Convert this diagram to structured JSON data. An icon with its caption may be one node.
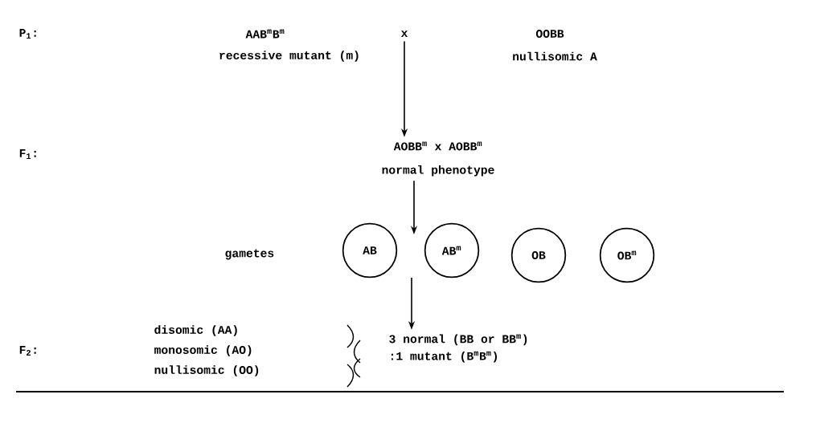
{
  "diagram": {
    "nodes": [
      {
        "text": [
          "x"
        ]
      },
      {
        "text": [
          "AOBB$^{m}$ x AOBB$^{m}$",
          "normal phenotype"
        ]
      },
      {
        "text": [
          "AB"
        ]
      },
      {
        "text": [
          "AB$^{m}$"
        ]
      },
      {
        "text": [
          "OB"
        ]
      },
      {
        "text": [
          "OB$^{m}$"
        ]
      },
      {
        "text": [
          "3 normal (BB or BB$^{m}$)",
          ":1 mutant (B$^{m}$B$^{m}$)"
        ]
      }
    ],
    "edges": [
      {
        "from": 0,
        "to": 1,
        "arrow": "to"
      },
      {
        "from": 1,
        "to": null,
        "arrow": "to"
      },
      {
        "from": null,
        "to": 6,
        "arrow": "to"
      }
    ],
    "labels": [
      "P$_{1}$:",
      "AAB$^{m}$B$^{m}$",
      "OOBB",
      "recessive mutant (m)",
      "nullisomic A",
      "F$_{1}$:",
      "gametes",
      "F$_{2}$:",
      "disomic (AA)",
      "monosomic (AO)",
      "nullisomic (OO)"
    ]
  }
}
